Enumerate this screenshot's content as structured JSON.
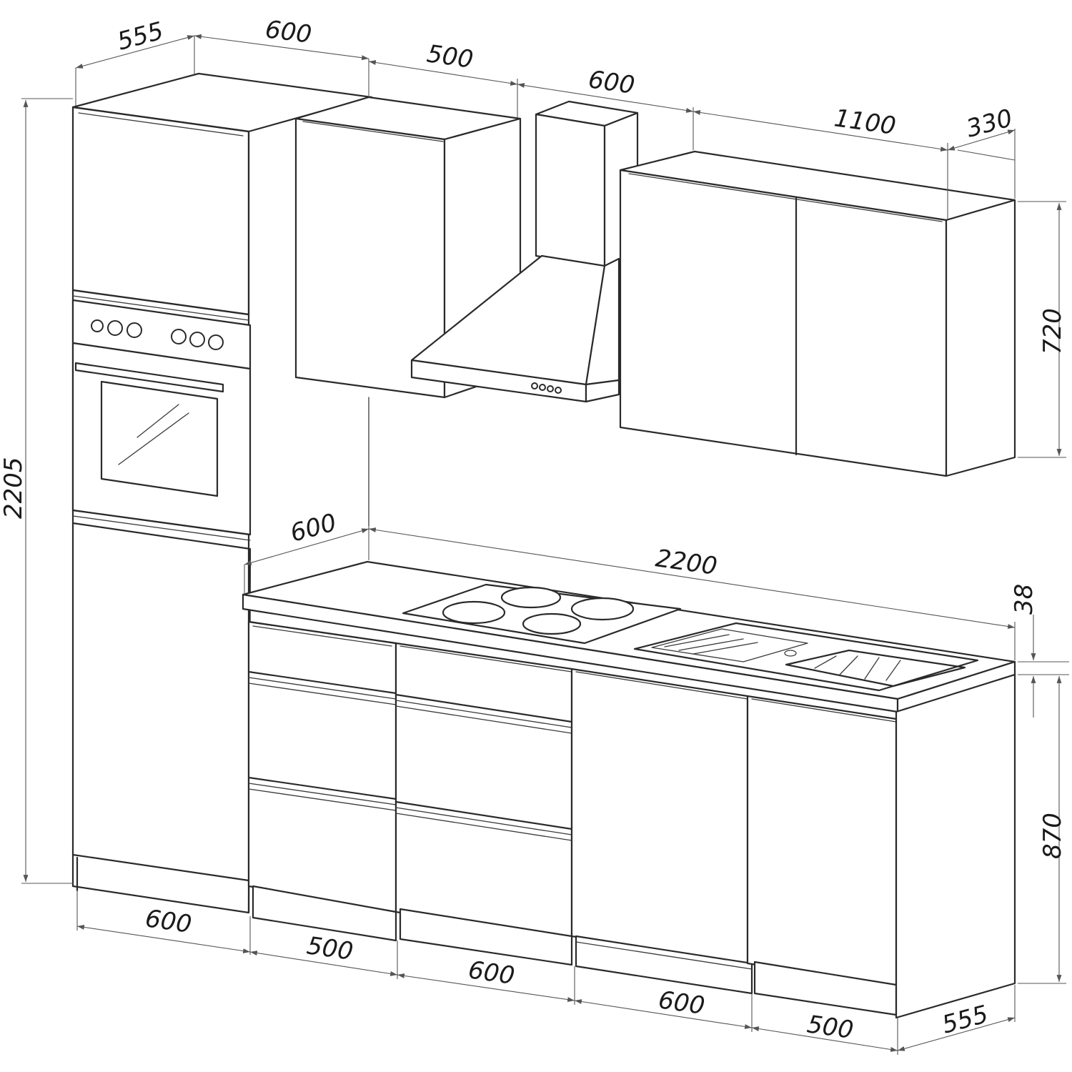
{
  "colors": {
    "line": "#2a2a2a",
    "dimension": "#555555",
    "background": "#ffffff"
  },
  "dimensions": {
    "tall_depth": "555",
    "tall_width_top": "600",
    "wall_500": "500",
    "hood_600": "600",
    "wall_1100": "1100",
    "wall_depth": "330",
    "wall_height": "720",
    "total_height": "2205",
    "worktop_depth": "600",
    "worktop_width": "2200",
    "worktop_thickness": "38",
    "base_height": "870",
    "bottom_tall": "600",
    "bottom_drawer_500": "500",
    "bottom_drawer_600": "600",
    "bottom_door_600": "600",
    "bottom_door_500": "500",
    "bottom_depth": "555"
  }
}
